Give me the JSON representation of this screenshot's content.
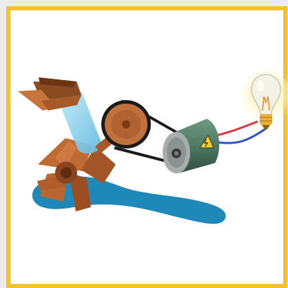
{
  "diagram": {
    "components": [
      {
        "name": "water-trough",
        "icon": "chute-icon"
      },
      {
        "name": "water-stream",
        "icon": "water-flow-icon"
      },
      {
        "name": "water-wheel",
        "icon": "paddle-wheel-icon"
      },
      {
        "name": "water-pool",
        "icon": "puddle-icon"
      },
      {
        "name": "pulley",
        "icon": "pulley-icon"
      },
      {
        "name": "drive-belt",
        "icon": "belt-icon"
      },
      {
        "name": "generator",
        "icon": "generator-icon"
      },
      {
        "name": "wires",
        "icon": "wire-icon"
      },
      {
        "name": "light-bulb",
        "icon": "bulb-icon"
      }
    ],
    "colors": {
      "border": "#f2c230",
      "background": "#ffffff",
      "wood": "#b8652f",
      "wood_dark": "#7a3b16",
      "water": "#1e88b8",
      "water_light": "#8ed3ee",
      "generator_body": "#4f7a63",
      "generator_end": "#a7adad",
      "wire_red": "#e0303a",
      "wire_blue": "#2a4fc8",
      "bulb_glow": "#f7f1a8",
      "bulb_base": "#e9b23a",
      "warning": "#f5cf1f"
    }
  }
}
